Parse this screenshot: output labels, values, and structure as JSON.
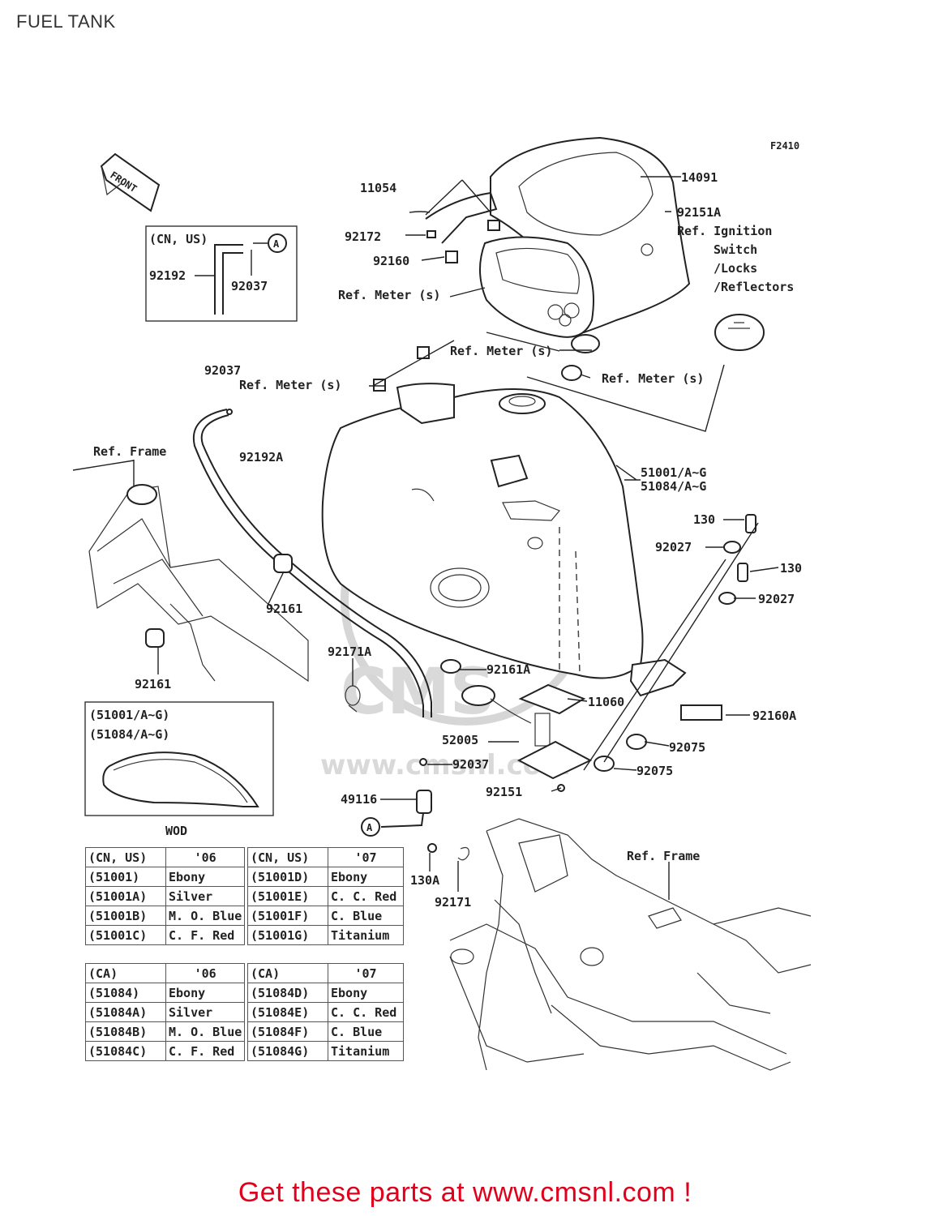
{
  "page_title": "FUEL TANK",
  "figure_code": "F2410",
  "front_label": "FRONT",
  "inset_top": {
    "region": "(CN, US)",
    "circle": "A",
    "parts": [
      "92192",
      "92037"
    ]
  },
  "inset_wod": {
    "codes": [
      "(51001/A~G)",
      "(51084/A~G)"
    ],
    "caption": "WOD"
  },
  "callouts": {
    "p14091": "14091",
    "p11054": "11054",
    "p92151A": "92151A",
    "p92172": "92172",
    "p92160": "92160",
    "ref_ignition_1": "Ref. Ignition",
    "ref_ignition_2": "Switch",
    "ref_ignition_3": "/Locks",
    "ref_ignition_4": "/Reflectors",
    "ref_meter_1": "Ref. Meter (s)",
    "ref_meter_2": "Ref. Meter (s)",
    "ref_meter_3": "Ref. Meter (s)",
    "ref_meter_4": "Ref. Meter (s)",
    "p92037_top": "92037",
    "p92192A": "92192A",
    "ref_frame_1": "Ref. Frame",
    "p51001": "51001/A~G",
    "p51084": "51084/A~G",
    "p130_a": "130",
    "p92027_a": "92027",
    "p130_b": "130",
    "p92027_b": "92027",
    "p92161_a": "92161",
    "p92161_b": "92161",
    "p92171A": "92171A",
    "p92161A": "92161A",
    "p11060": "11060",
    "p92160A": "92160A",
    "p52005": "52005",
    "p92075_a": "92075",
    "p92075_b": "92075",
    "p92037_mid": "92037",
    "p92151": "92151",
    "p49116": "49116",
    "circle_A": "A",
    "ref_frame_2": "Ref. Frame",
    "p130A": "130A",
    "p92171": "92171"
  },
  "color_tables": [
    {
      "region": "(CN, US)",
      "year": "'06",
      "rows": [
        [
          "(51001)",
          "Ebony"
        ],
        [
          "(51001A)",
          "Silver"
        ],
        [
          "(51001B)",
          "M. O. Blue"
        ],
        [
          "(51001C)",
          "C. F. Red"
        ]
      ]
    },
    {
      "region": "(CN, US)",
      "year": "'07",
      "rows": [
        [
          "(51001D)",
          "Ebony"
        ],
        [
          "(51001E)",
          "C. C. Red"
        ],
        [
          "(51001F)",
          "C. Blue"
        ],
        [
          "(51001G)",
          "Titanium"
        ]
      ]
    },
    {
      "region": "(CA)",
      "year": "'06",
      "rows": [
        [
          "(51084)",
          "Ebony"
        ],
        [
          "(51084A)",
          "Silver"
        ],
        [
          "(51084B)",
          "M. O. Blue"
        ],
        [
          "(51084C)",
          "C. F. Red"
        ]
      ]
    },
    {
      "region": "(CA)",
      "year": "'07",
      "rows": [
        [
          "(51084D)",
          "Ebony"
        ],
        [
          "(51084E)",
          "C. C. Red"
        ],
        [
          "(51084F)",
          "C. Blue"
        ],
        [
          "(51084G)",
          "Titanium"
        ]
      ]
    }
  ],
  "watermark": "www.cmsnl.com",
  "footer": "Get these parts at www.cmsnl.com !",
  "colors": {
    "footer": "#e0001b",
    "line": "#222222",
    "watermark": "#d6d6d6"
  }
}
